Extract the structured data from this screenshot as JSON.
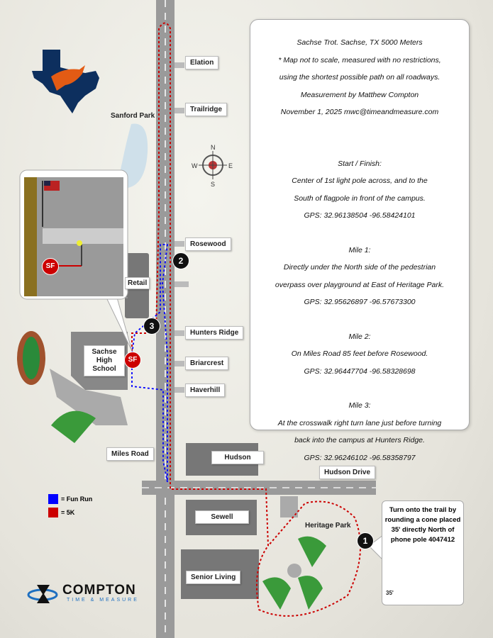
{
  "info": {
    "lines": [
      "Sachse Trot.  Sachse, TX    5000 Meters",
      "* Map not to scale, measured with no restrictions,",
      "using the shortest possible path on all roadways.",
      "Measurement by Matthew Compton",
      "November 1, 2025  mwc@timeandmeasure.com"
    ],
    "start": {
      "title": "Start / Finish:",
      "l1": "Center of 1st  light pole across, and to the",
      "l2": "South of flagpole in front of the campus.",
      "gps": "GPS:  32.96138504 -96.58424101"
    },
    "mile1": {
      "title": "Mile 1:",
      "l1": "Directly under the North side of the pedestrian",
      "l2": "overpass over playground at East of Heritage Park.",
      "gps": "GPS:  32.95626897 -96.57673300"
    },
    "mile2": {
      "title": "Mile 2:",
      "l1": "On Miles Road 85 feet before Rosewood.",
      "gps": "GPS:  32.96447704 -96.58328698"
    },
    "mile3": {
      "title": "Mile 3:",
      "l1": "At the crosswalk right turn lane just before turning",
      "l2": "back into the campus at Hunters Ridge.",
      "gps": "GPS:  32.96246102 -96.58358797"
    }
  },
  "streets": {
    "elation": "Elation",
    "trailridge": "Trailridge",
    "rosewood": "Rosewood",
    "hunters_ridge": "Hunters Ridge",
    "briarcrest": "Briarcrest",
    "haverhill": "Haverhill",
    "miles_road": "Miles Road",
    "hudson_drive": "Hudson Drive"
  },
  "places": {
    "sanford_park": "Sanford Park",
    "retail": "Retail",
    "school": "Sachse High School",
    "hudson": "Hudson",
    "sewell": "Sewell",
    "senior_living": "Senior Living",
    "heritage_park": "Heritage Park"
  },
  "markers": {
    "m1": "1",
    "m2": "2",
    "m3": "3",
    "sf": "SF",
    "sf_inset": "SF"
  },
  "callout": "Turn onto the trail by rounding a cone placed 35' directly North of phone pole 4047412",
  "callout_dim": "35'",
  "legend": {
    "fun_run": "= Fun Run",
    "five_k": "= 5K",
    "fun_color": "#0000ff",
    "five_k_color": "#c00000"
  },
  "logo": {
    "name": "COMPTON",
    "tagline": "TIME & MEASURE"
  }
}
